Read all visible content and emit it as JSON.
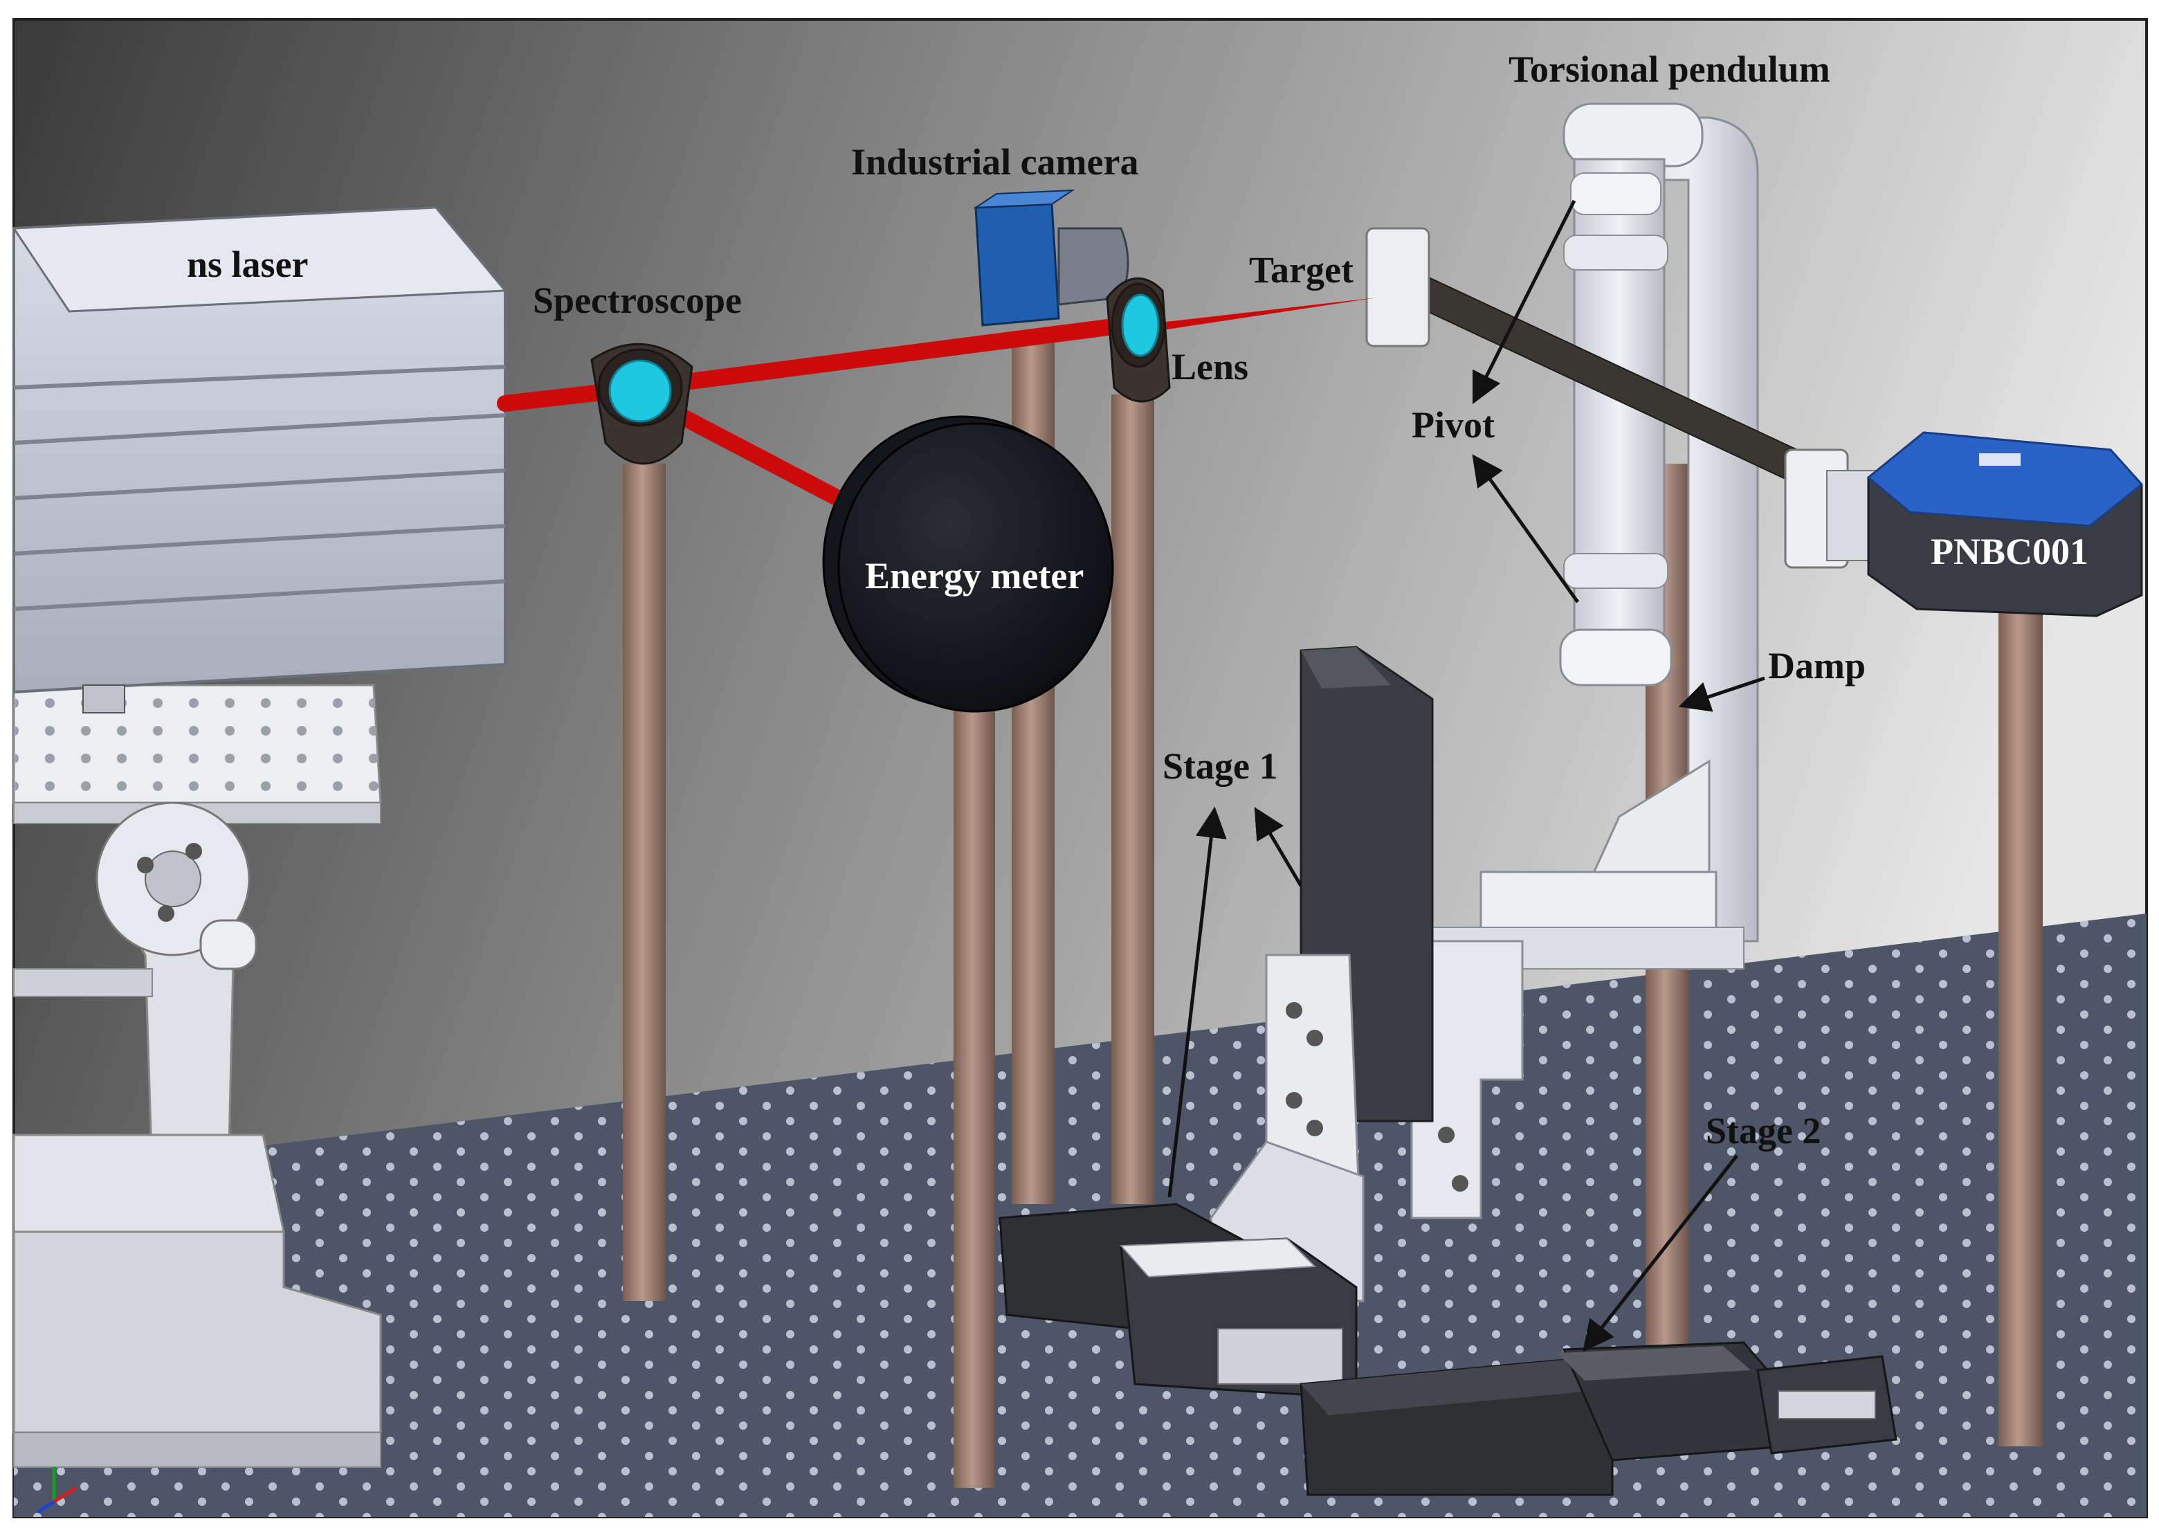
{
  "labels": {
    "ns_laser": "ns laser",
    "spectroscope": "Spectroscope",
    "industrial_camera": "Industrial camera",
    "target": "Target",
    "lens": "Lens",
    "torsional_pendulum": "Torsional pendulum",
    "pivot": "Pivot",
    "energy_meter": "Energy meter",
    "pnbc001": "PNBC001",
    "damp": "Damp",
    "stage_1": "Stage 1",
    "stage_2": "Stage 2"
  },
  "colors": {
    "laser_beam": "#cc0a0a",
    "optic_glass": "#1ec8e0",
    "post": "#a8877a",
    "camera_blue": "#1f5fb0",
    "controller_blue": "#2a62c8",
    "optical_table": "#4d5566",
    "metal_light": "#e2e4ea",
    "dark_part": "#2e2e2e",
    "annotation_text": "#111111",
    "annotation_text_on_dark": "#ffffff"
  }
}
